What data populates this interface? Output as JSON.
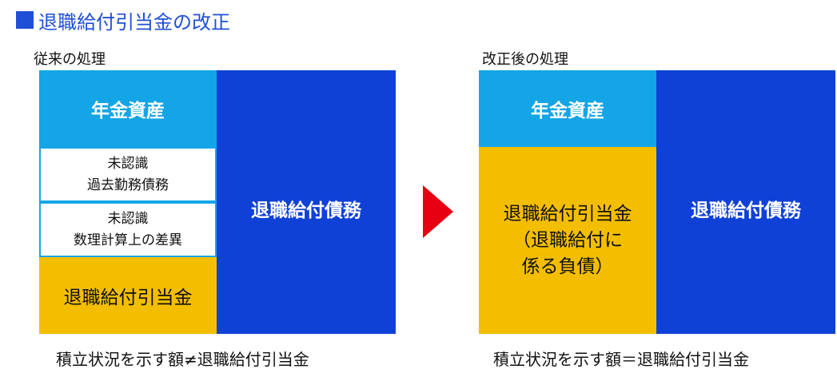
{
  "title": "■退職給付引当金の改正",
  "title_text": "退職給付引当金の改正",
  "left": {
    "subtitle": "従来の処理",
    "pension_assets": "年金資産",
    "unrecognized_past_service_line1": "未認識",
    "unrecognized_past_service_line2": "過去勤務債務",
    "unrecognized_actuarial_line1": "未認識",
    "unrecognized_actuarial_line2": "数理計算上の差異",
    "allowance": "退職給付引当金",
    "obligation": "退職給付債務",
    "caption": "積立状況を示す額≠退職給付引当金"
  },
  "right": {
    "subtitle": "改正後の処理",
    "pension_assets": "年金資産",
    "allowance_line1": "退職給付引当金",
    "allowance_line2": "（退職給付に",
    "allowance_line3": "係る負債）",
    "obligation": "退職給付債務",
    "caption": "積立状況を示す額＝退職給付引当金"
  },
  "colors": {
    "title": "#1f4fd6",
    "pension_assets": "#14a5e6",
    "obligation": "#0f41d7",
    "allowance": "#f3be00",
    "arrow": "#e60012"
  },
  "icons": {
    "arrow": "right-triangle-arrow"
  }
}
